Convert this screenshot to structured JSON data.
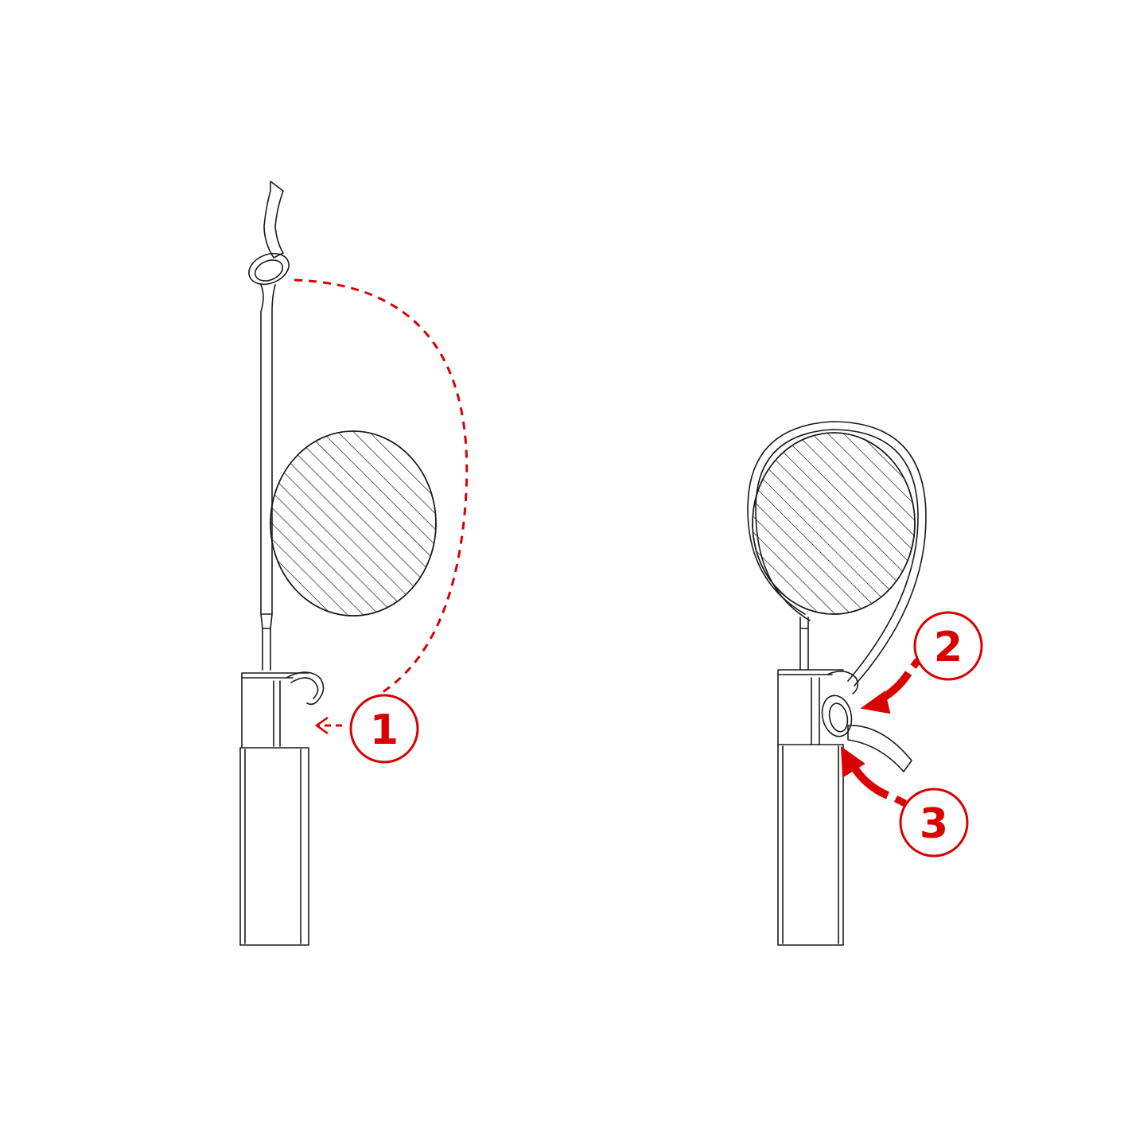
{
  "diagram": {
    "accent_color": "#d90000",
    "line_color": "#1a1a1a",
    "steps": [
      {
        "number": "1"
      },
      {
        "number": "2"
      },
      {
        "number": "3"
      }
    ]
  }
}
